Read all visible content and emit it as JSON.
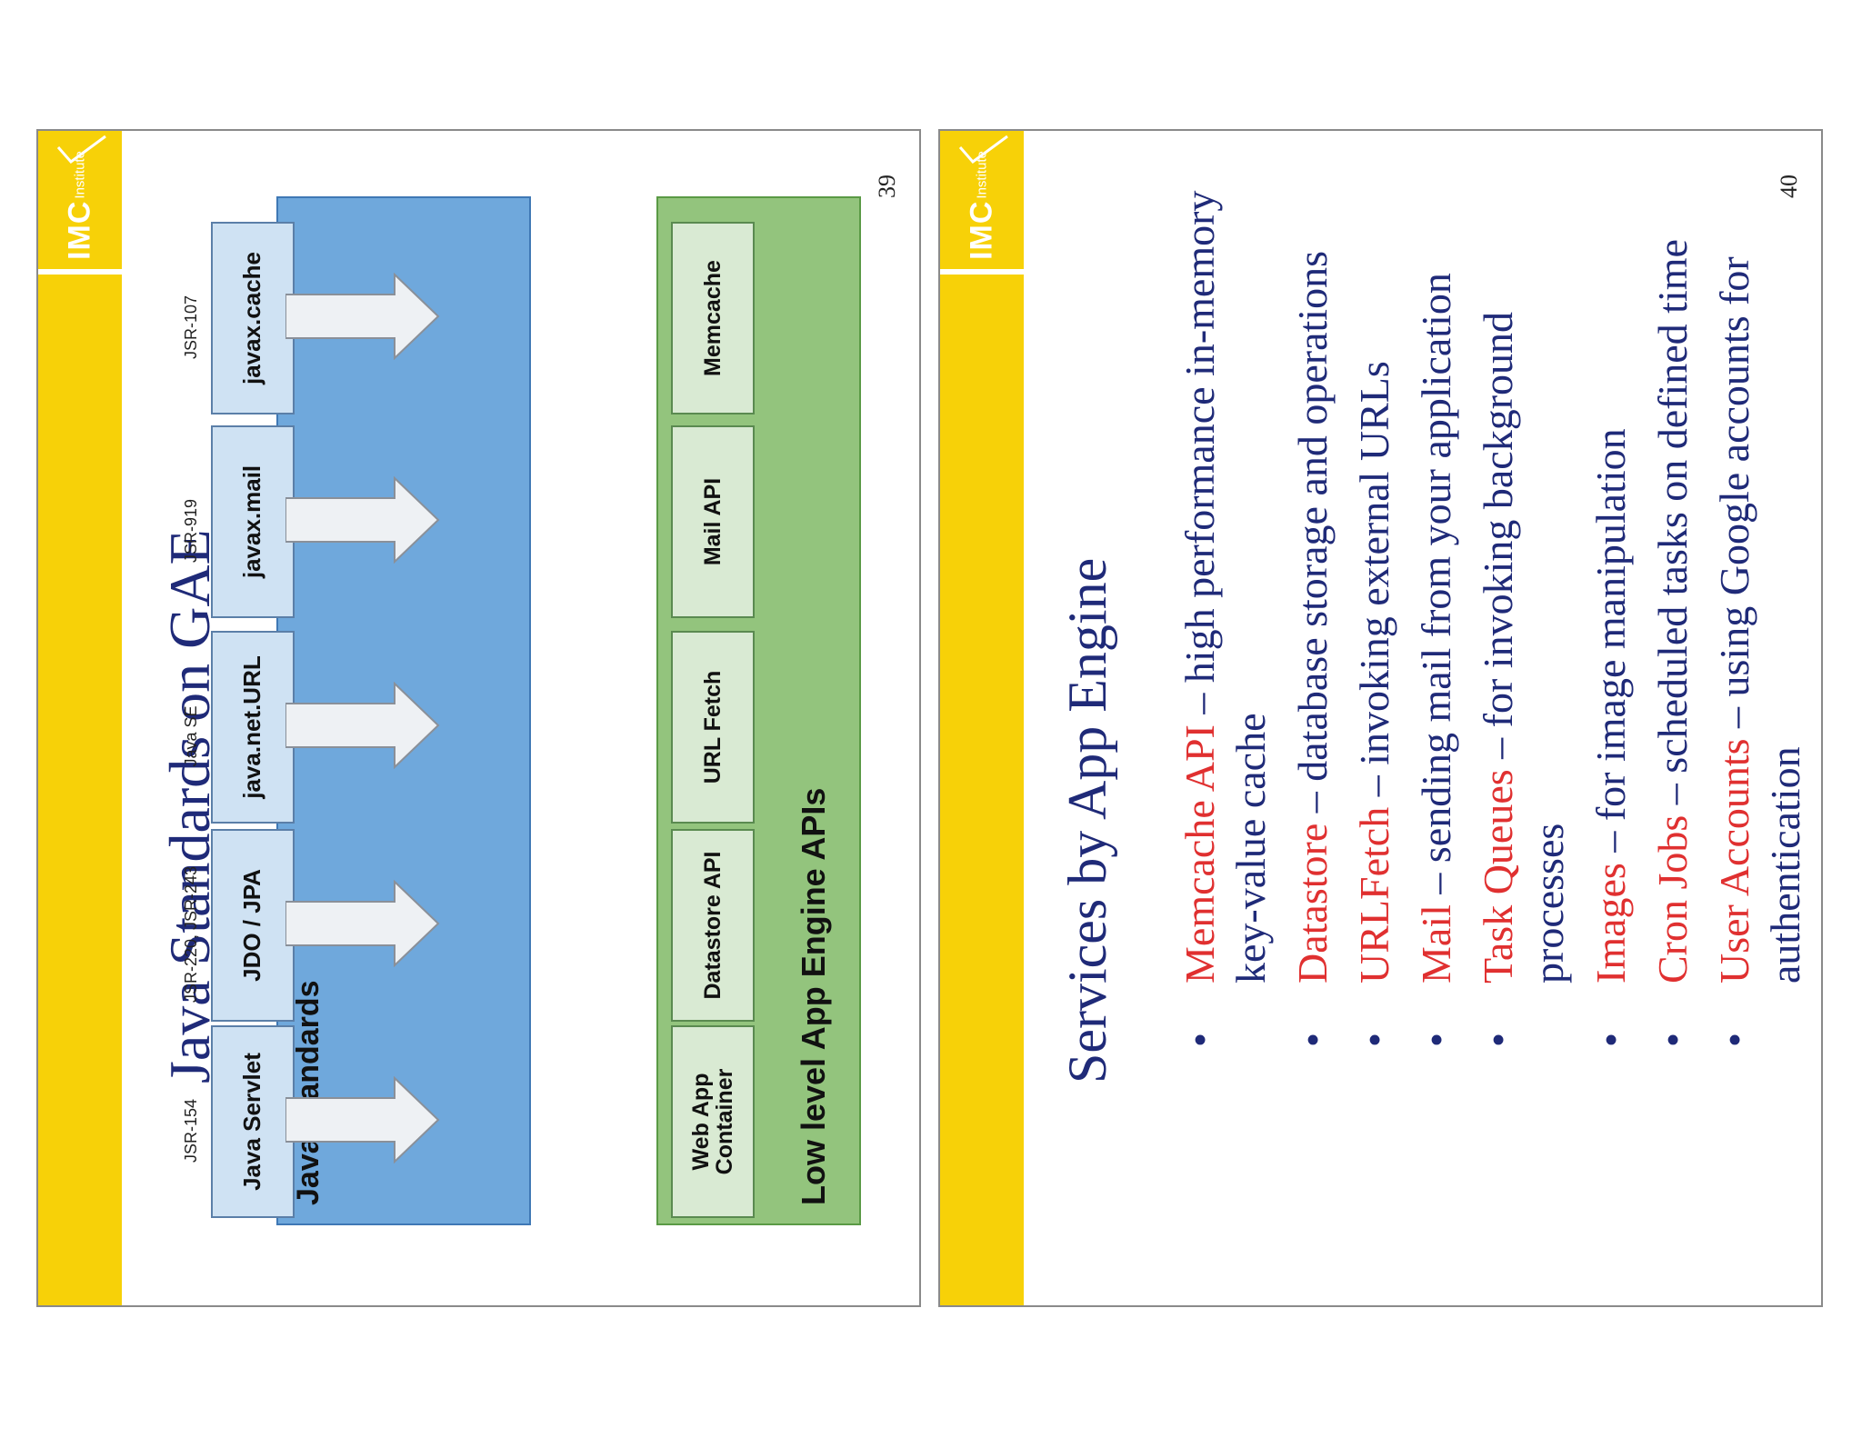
{
  "slides": [
    {
      "number": "39",
      "logo": {
        "brand": "IMC",
        "sub": "Institute"
      },
      "title": "Java Standards on GAE",
      "diagram": {
        "top_label": "Java standards",
        "bottom_label": "Low level App Engine APIs",
        "standards": [
          {
            "jsr": "JSR-154",
            "name": "Java Servlet"
          },
          {
            "jsr": "JSR-220, JSR-243",
            "name": "JDO / JPA"
          },
          {
            "jsr": "Java SE",
            "name": "java.net.URL"
          },
          {
            "jsr": "JSR-919",
            "name": "javax.mail"
          },
          {
            "jsr": "JSR-107",
            "name": "javax.cache"
          }
        ],
        "apis": [
          "Web App Container",
          "Datastore API",
          "URL Fetch",
          "Mail API",
          "Memcache"
        ]
      }
    },
    {
      "number": "40",
      "logo": {
        "brand": "IMC",
        "sub": "Institute"
      },
      "title": "Services by App Engine",
      "bullets": [
        {
          "term": "Memcache API",
          "desc": " – high performance in-memory key-value cache"
        },
        {
          "term": "Datastore",
          "desc": " – database storage and operations"
        },
        {
          "term": "URLFetch",
          "desc": " – invoking external URLs"
        },
        {
          "term": "Mail",
          "desc": " – sending mail from your application"
        },
        {
          "term": "Task Queues",
          "desc": " – for invoking background processes"
        },
        {
          "term": "Images",
          "desc": " – for image manipulation"
        },
        {
          "term": "Cron Jobs",
          "desc": " – scheduled tasks on defined time"
        },
        {
          "term": "User Accounts",
          "desc": " – using Google accounts for authentication"
        }
      ]
    }
  ],
  "colors": {
    "brand_yellow": "#f7d108",
    "title_blue": "#1f2a78",
    "term_red": "#e03030",
    "standards_blue": "#6fa8dc",
    "apis_green": "#93c47d"
  }
}
